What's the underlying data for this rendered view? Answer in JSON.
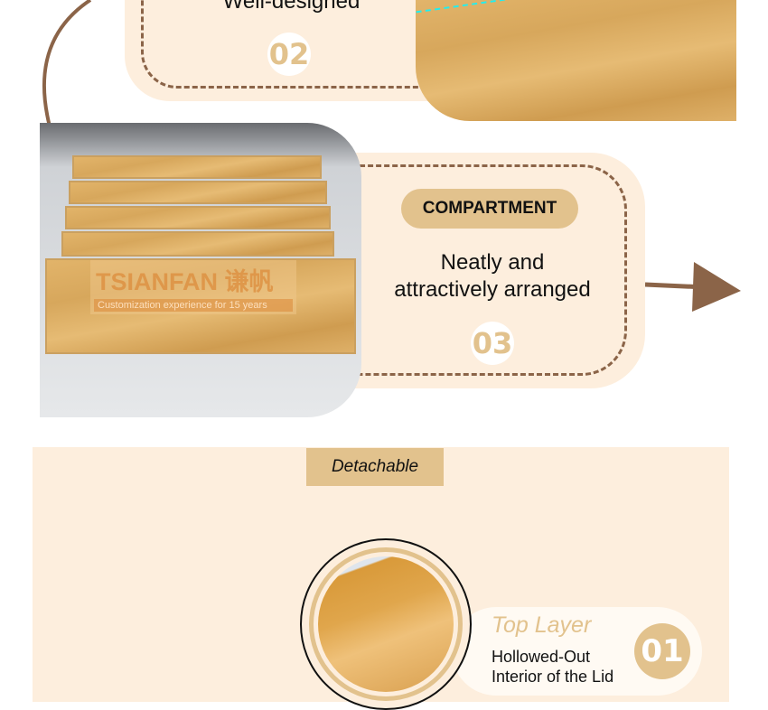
{
  "section2": {
    "text": "Well-designed",
    "number": "02"
  },
  "section3": {
    "badge": "COMPARTMENT",
    "text_line1": "Neatly and",
    "text_line2": "attractively arranged",
    "number": "03"
  },
  "watermark": {
    "brand": "TSIANFAN 谦帆",
    "tagline": "Customization experience for 15 years"
  },
  "detachable": {
    "label": "Detachable"
  },
  "top_layer": {
    "title": "Top Layer",
    "desc_line1": "Hollowed-Out",
    "desc_line2": "Interior of the Lid",
    "number": "01"
  },
  "colors": {
    "panel": "#fdeedd",
    "accent": "#e2c28d",
    "brown": "#8b6448"
  }
}
